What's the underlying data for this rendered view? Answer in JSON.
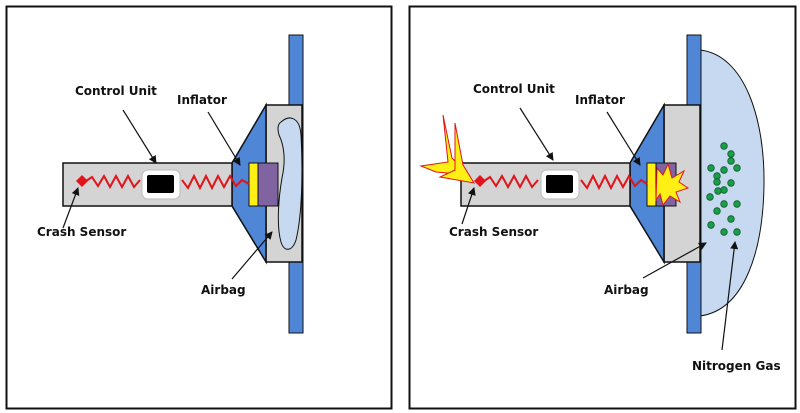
{
  "colors": {
    "housing": "#d4d4d4",
    "blue": "#4f86d6",
    "wire": "#e0141a",
    "yellow": "#ffef14",
    "purple": "#8064a2",
    "airbag": "#c6d9f1",
    "gas": "#1a9e4a",
    "flame": "#ffef14",
    "flame_edge": "#e0141a",
    "outline": "#111111"
  },
  "panels": [
    {
      "state": "normal",
      "labels": {
        "control_unit": "Control Unit",
        "inflator": "Inflator",
        "crash_sensor": "Crash Sensor",
        "airbag": "Airbag"
      }
    },
    {
      "state": "deployed",
      "labels": {
        "control_unit": "Control Unit",
        "inflator": "Inflator",
        "crash_sensor": "Crash Sensor",
        "airbag": "Airbag",
        "nitrogen_gas": "Nitrogen Gas"
      }
    }
  ]
}
